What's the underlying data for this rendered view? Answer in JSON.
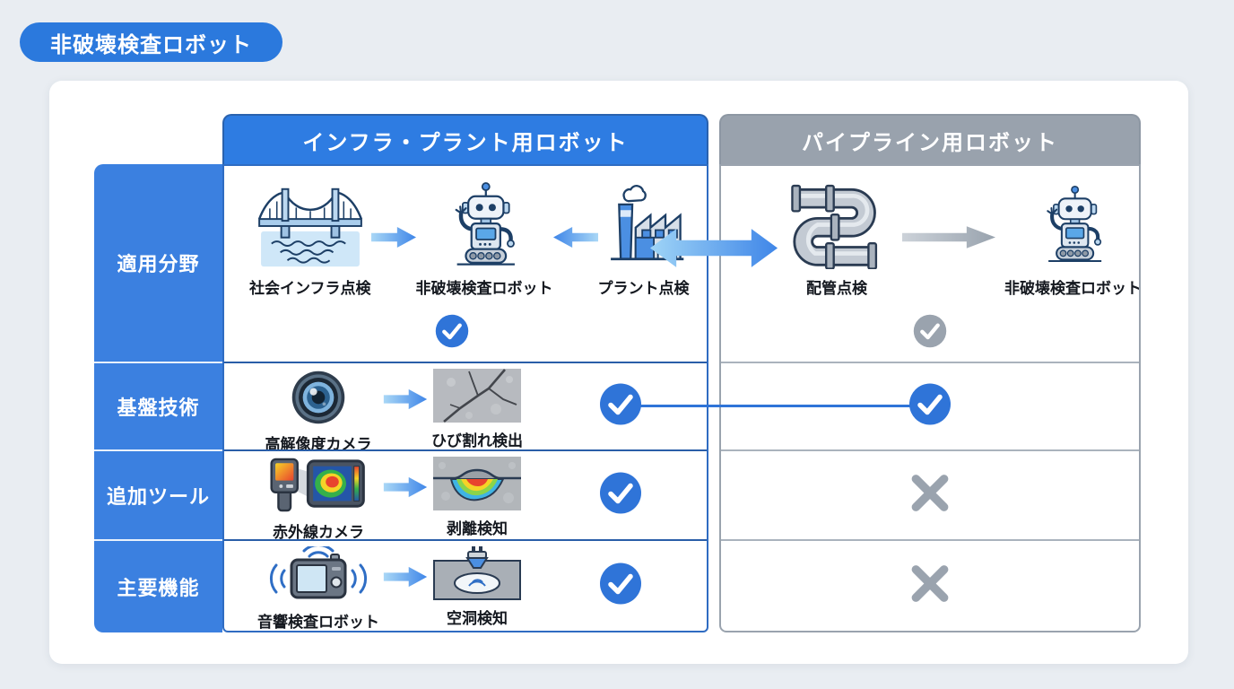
{
  "title_badge": {
    "label": "非破壊検査ロボット"
  },
  "colors": {
    "accent_blue": "#2e7ce2",
    "check_blue": "#2f74d8",
    "gray": "#99a2ad",
    "page_background": "#e9edf2",
    "card_background": "#ffffff"
  },
  "row_headers": [
    "適用分野",
    "基盤技術",
    "追加ツール",
    "主要機能"
  ],
  "left_panel": {
    "header": "インフラ・プラント用ロボット",
    "application": {
      "bridge_label": "社会インフラ点検",
      "robot_label": "非破壊検査ロボット",
      "factory_label": "プラント点検",
      "mark": "check-blue"
    },
    "base_tech": {
      "tool_label": "高解像度カメラ",
      "result_label": "ひび割れ検出",
      "mark": "check-blue"
    },
    "addon_tool": {
      "tool_label": "赤外線カメラ",
      "result_label": "剥離検知",
      "mark": "check-blue"
    },
    "main_function": {
      "tool_label": "音響検査ロボット",
      "result_label": "空洞検知",
      "mark": "check-blue"
    }
  },
  "right_panel": {
    "header": "パイプライン用ロボット",
    "application": {
      "pipe_label": "配管点検",
      "robot_label": "非破壊検査ロボット",
      "mark": "check-gray"
    },
    "base_tech": {
      "mark": "check-blue"
    },
    "addon_tool": {
      "mark": "cross-gray"
    },
    "main_function": {
      "mark": "cross-gray"
    }
  },
  "icons": {
    "bridge": "bridge-icon",
    "robot": "robot-icon",
    "factory": "factory-icon",
    "pipes": "pipe-icon",
    "camera_lens": "camera-lens-icon",
    "crack_photo": "crack-photo",
    "infrared_camera": "infrared-camera-icon",
    "delamination_photo": "delamination-photo",
    "acoustic_device": "acoustic-device-icon",
    "cavity_photo": "cavity-photo",
    "arrow_right": "arrow-right-icon",
    "arrow_left": "arrow-left-icon",
    "arrow_double": "arrow-double-icon",
    "check": "check-icon",
    "cross": "cross-icon"
  }
}
